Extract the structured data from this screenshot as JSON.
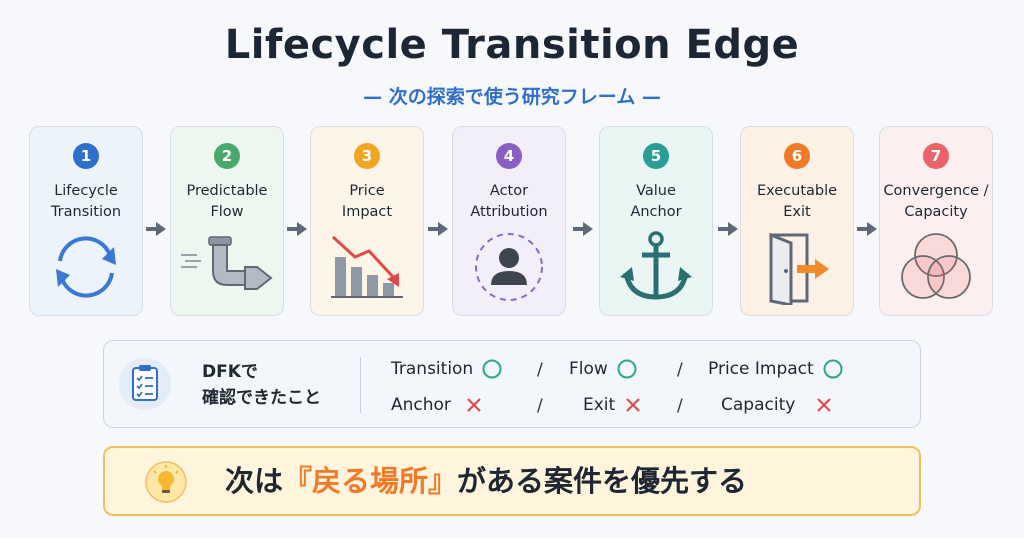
{
  "header": {
    "title": "Lifecycle Transition Edge",
    "subtitle": "— 次の探索で使う研究フレーム —"
  },
  "steps": [
    {
      "number": "1",
      "line1": "Lifecycle",
      "line2": "Transition",
      "icon": "cycle-arrows-icon",
      "color": "#2f6fc9"
    },
    {
      "number": "2",
      "line1": "Predictable",
      "line2": "Flow",
      "icon": "pipe-flow-icon",
      "color": "#4aa86a"
    },
    {
      "number": "3",
      "line1": "Price",
      "line2": "Impact",
      "icon": "declining-bar-chart-icon",
      "color": "#f0a623"
    },
    {
      "number": "4",
      "line1": "Actor",
      "line2": "Attribution",
      "icon": "person-icon",
      "color": "#8a5fc4"
    },
    {
      "number": "5",
      "line1": "Value",
      "line2": "Anchor",
      "icon": "anchor-icon",
      "color": "#2a9d94"
    },
    {
      "number": "6",
      "line1": "Executable",
      "line2": "Exit",
      "icon": "exit-door-icon",
      "color": "#f07a28"
    },
    {
      "number": "7",
      "line1": "Convergence /",
      "line2": "Capacity",
      "icon": "venn-circles-icon",
      "color": "#e8646a"
    }
  ],
  "confirm": {
    "title_line1": "DFKで",
    "title_line2": "確認できたこと",
    "row1": [
      "Transition",
      "Flow",
      "Price Impact"
    ],
    "row2": [
      "Anchor",
      "Exit",
      "Capacity"
    ],
    "separator": "/",
    "colors": {
      "ok": "#2fa58f",
      "ng": "#e04a4a"
    }
  },
  "next": {
    "prefix": "次は",
    "highlight": "『戻る場所』",
    "suffix": "がある案件を優先する"
  }
}
